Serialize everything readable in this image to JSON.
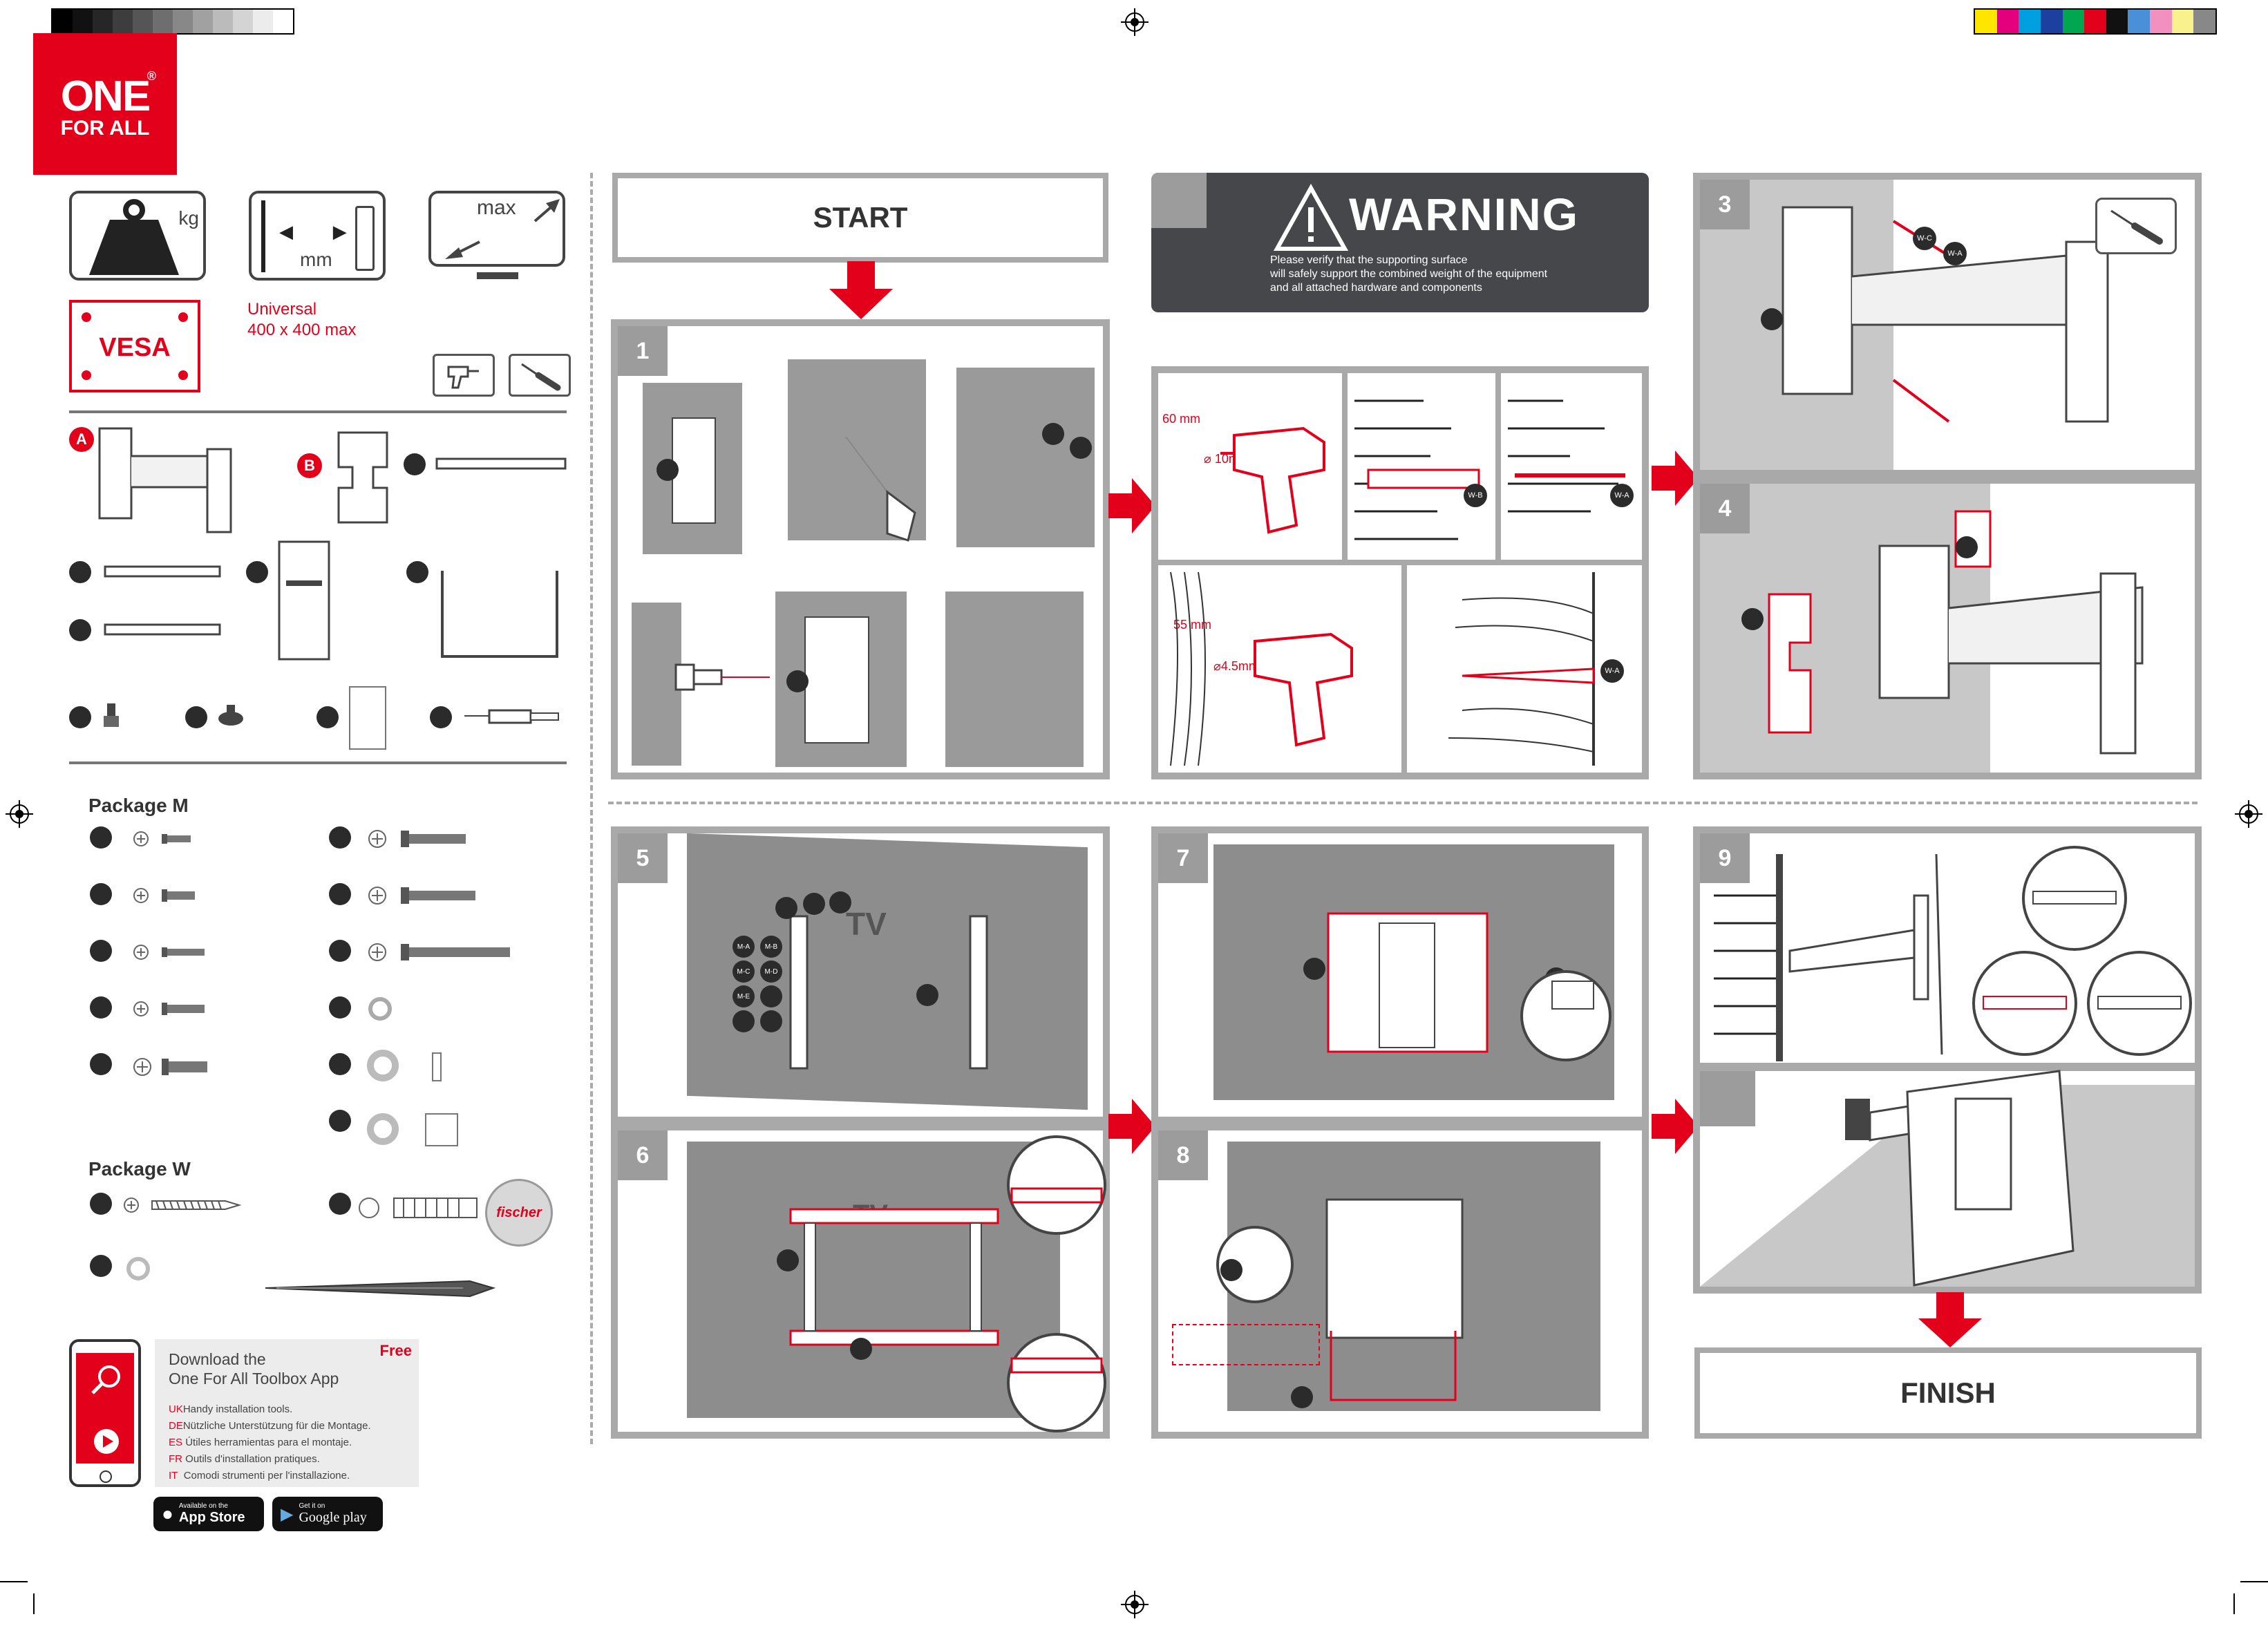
{
  "brand": {
    "line1": "ONE",
    "line2": "FOR ALL",
    "reg": "®",
    "color": "#e3001b"
  },
  "icons": {
    "weight_unit": "kg",
    "size_unit": "mm",
    "max_label": "max",
    "vesa_label": "VESA",
    "vesa_note_1": "Universal",
    "vesa_note_2": "400 x 400 max"
  },
  "parts_section": {
    "label_a": "A",
    "label_b": "B"
  },
  "packages": {
    "package_m": "Package M",
    "package_w": "Package W",
    "fischer": "fischer"
  },
  "app": {
    "free": "Free",
    "title_1": "Download the",
    "title_2": "One For All Toolbox App",
    "langs": [
      {
        "code": "UK",
        "text": "Handy installation tools."
      },
      {
        "code": "DE",
        "text": "Nützliche Unterstützung für die Montage."
      },
      {
        "code": "ES",
        "text": "Útiles herramientas para el montaje."
      },
      {
        "code": "FR",
        "text": "Outils d'installation pratiques."
      },
      {
        "code": "IT",
        "text": "Comodi strumenti per l'installazione."
      }
    ],
    "appstore_small": "Available on the",
    "appstore_big": "App Store",
    "google_small": "Get it on",
    "google_big": "Google play"
  },
  "flow": {
    "start": "START",
    "finish": "FINISH"
  },
  "warning": {
    "title": "WARNING",
    "text_1": "Please verify that the supporting surface",
    "text_2": "will safely support the combined weight of the equipment",
    "text_3": "and all attached hardware and components"
  },
  "steps": {
    "s1": "1",
    "s3": "3",
    "s4": "4",
    "s5": "5",
    "s6": "6",
    "s7": "7",
    "s8": "8",
    "s9": "9"
  },
  "drill": {
    "depth_1": "60 mm",
    "dia_1": "⌀ 10mm",
    "depth_2": "55 mm",
    "dia_2": "⌀4.5mm"
  },
  "part_codes": {
    "wa": "W-A",
    "wb": "W-B",
    "wc": "W-C",
    "ma": "M-A",
    "mb": "M-B",
    "mc": "M-C",
    "md": "M-D",
    "me": "M-E"
  },
  "tv_label": "TV",
  "colors": {
    "accent_red": "#e3001b",
    "frame_gray": "#a9a9a9",
    "warning_bg": "#45474b"
  }
}
